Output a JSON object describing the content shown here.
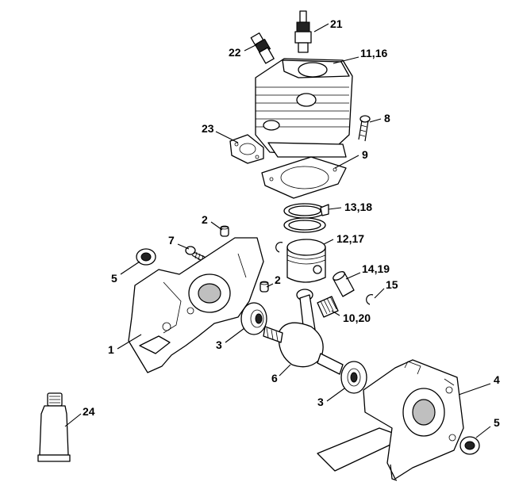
{
  "callouts": {
    "c21": "21",
    "c22": "22",
    "c11_16": "11,16",
    "c8": "8",
    "c23": "23",
    "c9": "9",
    "c13_18": "13,18",
    "c2_top": "2",
    "c12_17": "12,17",
    "c7": "7",
    "c5_left": "5",
    "c2_mid": "2",
    "c14_19": "14,19",
    "c15": "15",
    "c10_20": "10,20",
    "c1": "1",
    "c3_left": "3",
    "c6": "6",
    "c4": "4",
    "c3_bottom": "3",
    "c5_right": "5",
    "c24": "24"
  }
}
